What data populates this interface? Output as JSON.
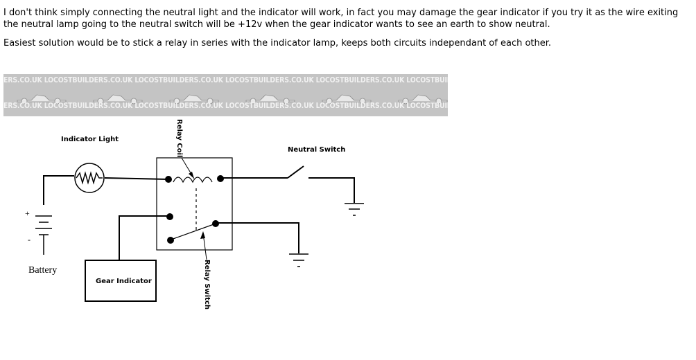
{
  "post": {
    "paragraph1": "I don't think simply connecting the neutral light and the indicator will work, in fact you may damage the gear indicator if you try it as the wire exiting the neutral lamp going to the neutral switch will be +12v when the gear indicator wants to see an earth to show neutral.",
    "paragraph2": "Easiest solution would be to stick a relay in series with the indicator lamp, keeps both circuits independant of each other."
  },
  "watermark": {
    "row_text": "ERS.CO.UK  LOCOSTBUILDERS.CO.UK  LOCOSTBUILDERS.CO.UK  LOCOSTBUILDERS.CO.UK  LOCOSTBUILDERS.CO.UK  LOCOSTBUILDERS.CO.UK  LOCOST"
  },
  "diagram": {
    "indicator_light": "Indicator Light",
    "relay_coil": "Relay Coil",
    "neutral_switch": "Neutral Switch",
    "battery": "Battery",
    "battery_plus": "+",
    "battery_minus": "-",
    "gear_indicator": "Gear Indicator",
    "relay_switch": "Relay Switch"
  }
}
